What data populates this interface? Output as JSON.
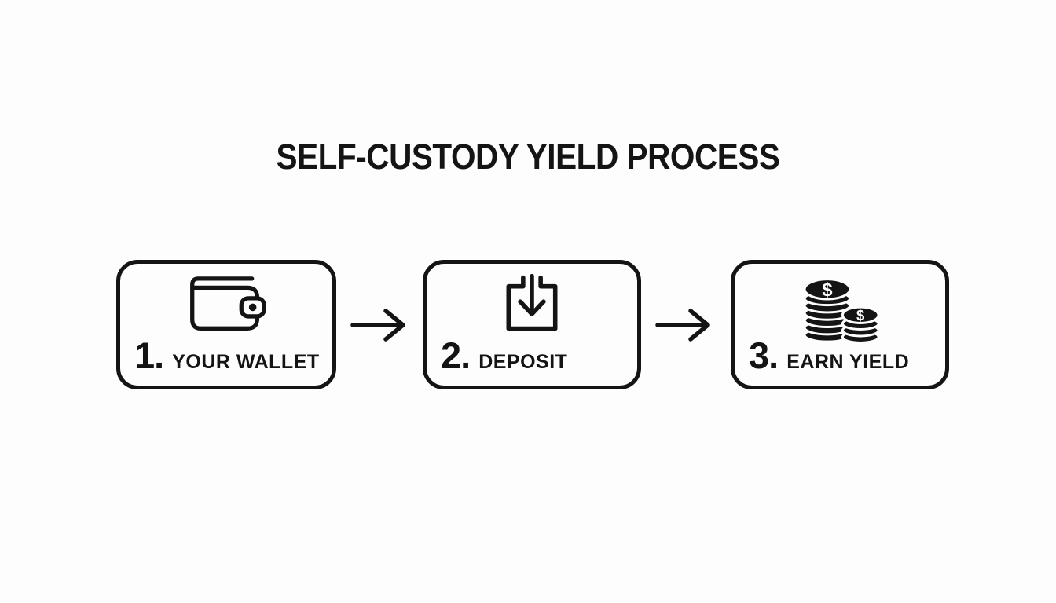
{
  "title": "SELF-CUSTODY YIELD PROCESS",
  "steps": [
    {
      "number": "1.",
      "label": "YOUR WALLET",
      "icon": "wallet-icon"
    },
    {
      "number": "2.",
      "label": "DEPOSIT",
      "icon": "deposit-tray-icon"
    },
    {
      "number": "3.",
      "label": "EARN YIELD",
      "icon": "coin-stack-icon"
    }
  ],
  "connectors": {
    "type": "right-arrow",
    "count": 2
  },
  "currency_symbol": "$",
  "colors": {
    "background": "#fdfdfd",
    "ink": "#141414"
  }
}
